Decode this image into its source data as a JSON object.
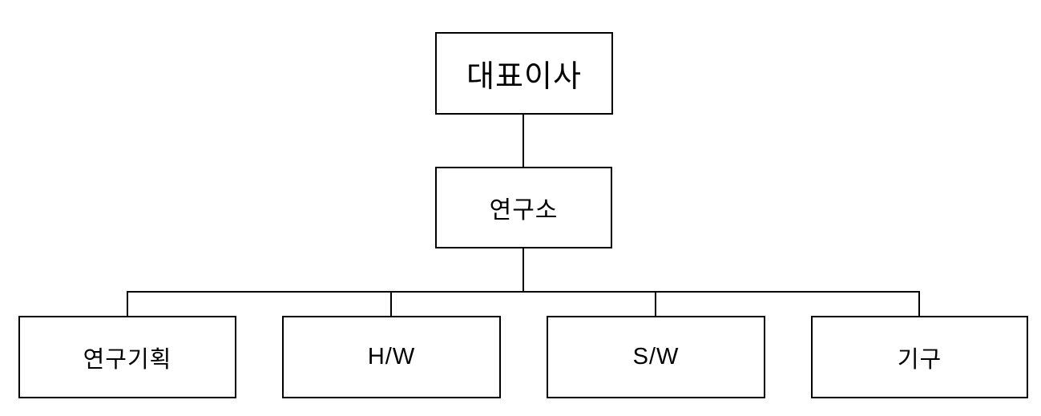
{
  "diagram": {
    "type": "org-chart",
    "colors": {
      "background": "#ffffff",
      "line": "#000000",
      "text": "#000000"
    },
    "nodes": {
      "root": {
        "label": "대표이사"
      },
      "branch": {
        "label": "연구소",
        "parent": "대표이사"
      },
      "leaves": [
        {
          "label": "연구기획",
          "parent": "연구소"
        },
        {
          "label": "H/W",
          "parent": "연구소"
        },
        {
          "label": "S/W",
          "parent": "연구소"
        },
        {
          "label": "기구",
          "parent": "연구소"
        }
      ]
    }
  }
}
